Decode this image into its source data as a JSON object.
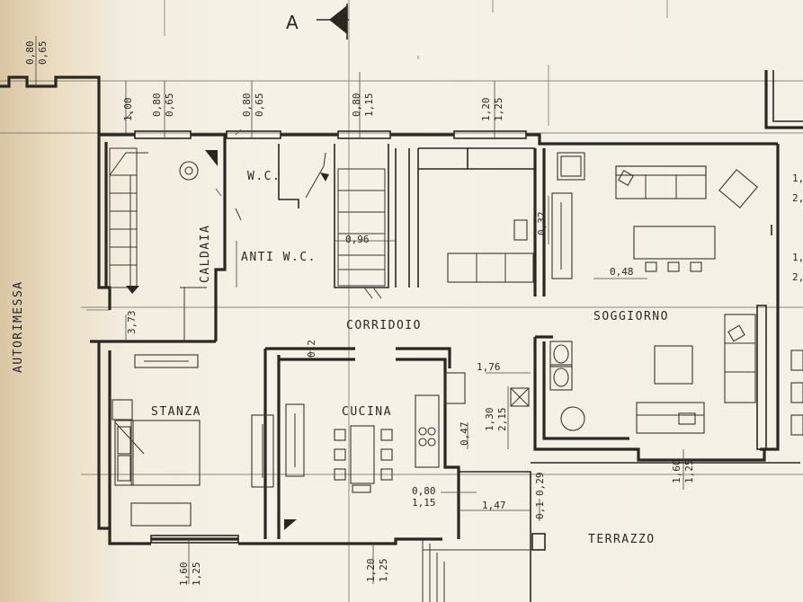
{
  "section_mark": "A",
  "rooms": {
    "autorimessa": "AUTORIMESSA",
    "caldaia": "CALDAIA",
    "wc": "W.C.",
    "anti_wc": "ANTI W.C.",
    "corridoio": "CORRIDOIO",
    "soggiorno": "SOGGIORNO",
    "stanza": "STANZA",
    "cucina": "CUCINA",
    "terrazzo": "TERRAZZO"
  },
  "dimensions": {
    "top_left_a": "0,80",
    "top_left_b": "0,65",
    "garage_door": "1,00",
    "caldaia_win_a": "0,80",
    "caldaia_win_b": "0,65",
    "wc_win_a": "0,80",
    "wc_win_b": "0,65",
    "stair_win_a": "0,80",
    "stair_win_b": "1,15",
    "kitchen_win_a": "1,20",
    "kitchen_win_b": "1,25",
    "wall_032": "0,32",
    "wall_096": "0,96",
    "wall_048": "0,48",
    "garage_373": "3,73",
    "corr_02": "0,2",
    "cucina_176": "1,76",
    "cucina_130": "1,30",
    "cucina_215": "2,15",
    "cucina_047": "0,47",
    "bath_080": "0,80",
    "bath_115": "1,15",
    "terr_147": "1,47",
    "terr_029": "0,29",
    "terr_01": "0,1",
    "sogg_160": "1,60",
    "sogg_125": "1,25",
    "stanza_160": "1,60",
    "stanza_125": "1,25",
    "cucina_120": "1,20",
    "cucina_125": "1,25",
    "right_a": "1,",
    "right_b": "2,",
    "right_c": "1,",
    "right_d": "2,"
  }
}
